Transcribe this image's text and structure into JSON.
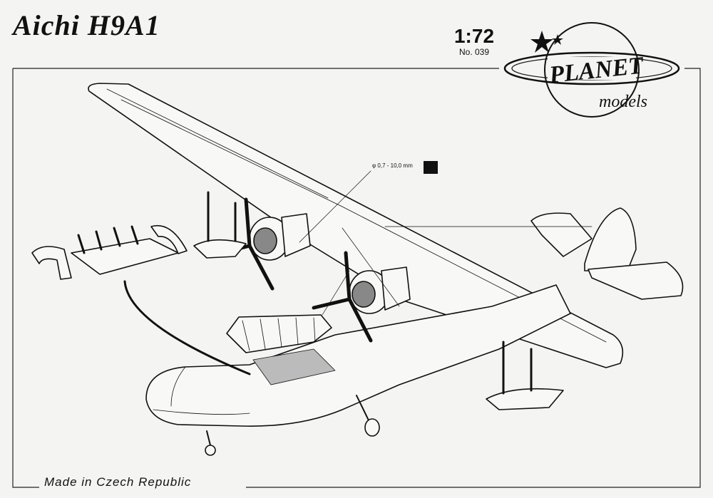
{
  "header": {
    "title": "Aichi H9A1",
    "scale": "1:72",
    "catalog_no": "No. 039"
  },
  "logo": {
    "brand": "PLANET",
    "sub": "models"
  },
  "drawing": {
    "drill_note": "φ 0,7 - 10,0 mm"
  },
  "footer": {
    "made_in": "Made in Czech Republic"
  }
}
